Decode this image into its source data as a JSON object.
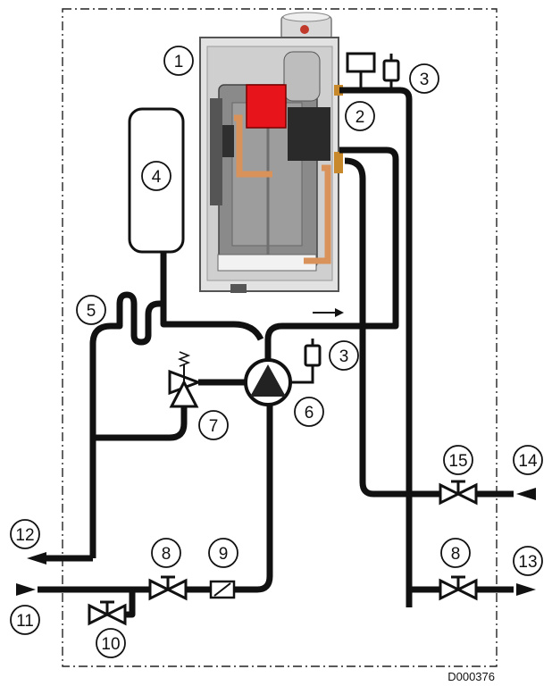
{
  "drawing_ref": "D000376",
  "callouts": {
    "c1": "1",
    "c2": "2",
    "c3a": "3",
    "c3b": "3",
    "c4": "4",
    "c5": "5",
    "c6": "6",
    "c7": "7",
    "c8a": "8",
    "c8b": "8",
    "c9": "9",
    "c10": "10",
    "c11": "11",
    "c12": "12",
    "c13": "13",
    "c14": "14",
    "c15": "15"
  },
  "colors": {
    "pipe": "#111111",
    "burner": "#e8141b",
    "copper": "#d9935a",
    "boiler_body": "#8a8a8a",
    "boiler_frame": "#c9c9c9"
  }
}
